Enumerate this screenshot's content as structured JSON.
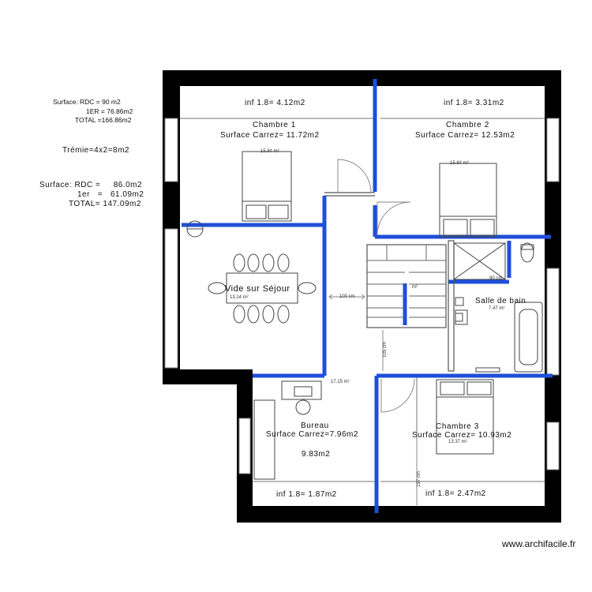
{
  "summary": {
    "line1": "Surface: RDC = 90 m2",
    "line2": "1ER = 76.86m2",
    "line3": "TOTAL =166.86m2",
    "tremie": "Trémie=4x2=8m2",
    "line4": "Surface: RDC =     86.0m2",
    "line5": "1er   =   61.09m2",
    "line6": "TOTAL= 147.09m2"
  },
  "rooms": {
    "chambre1": {
      "name": "Chambre 1",
      "surface": "Surface Carrez= 11.72m2",
      "area": "15.84 m²"
    },
    "chambre2": {
      "name": "Chambre 2",
      "surface": "Surface Carrez= 12.53m2",
      "area": "15.84 m²"
    },
    "chambre3": {
      "name": "Chambre 3",
      "surface": "Surface Carrez= 10.93m2",
      "area": "13.37 m²"
    },
    "bureau": {
      "name": "Bureau",
      "surface": "Surface Carrez=7.96m2",
      "extra": "9.83m2"
    },
    "salle_de_bain": {
      "name": "Salle de bain",
      "area": "7.47 m²"
    },
    "vide": {
      "name": "Vide sur Séjour",
      "area": "13.14 m²"
    },
    "palier": {
      "area": "17.15 m²"
    },
    "escalier": {
      "area": "m²"
    }
  },
  "low_ceiling": {
    "top_left": "inf 1.8= 4.12m2",
    "top_right": "inf 1.8= 3.31m2",
    "bottom_left": "inf 1.8= 1.87m2",
    "bottom_right": "inf 1.8= 2.47m2"
  },
  "dimensions": {
    "hall_width": "100 cm",
    "hall_vertical": "105 cm",
    "shower": "90 cm",
    "lower": "197 cm"
  },
  "watermark": "www.archifacile.fr",
  "colors": {
    "wall": "#000000",
    "partition": "#1f4fd8",
    "line": "#7a7a7a"
  }
}
